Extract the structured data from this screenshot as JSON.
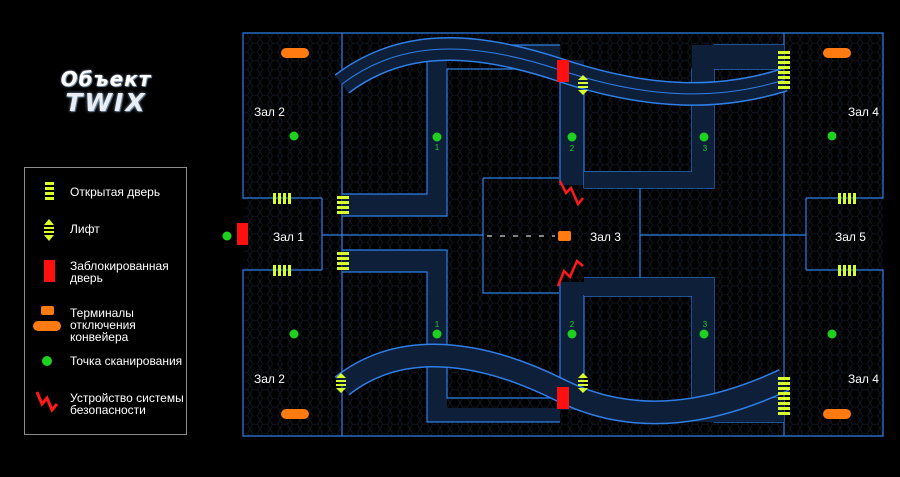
{
  "logo": {
    "line1": "Объект",
    "line2": "TWIX"
  },
  "legend": [
    {
      "icon": "open-door-icon",
      "label": "Открытая дверь"
    },
    {
      "icon": "elevator-icon",
      "label": "Лифт"
    },
    {
      "icon": "locked-door-icon",
      "label": "Заблокированная дверь"
    },
    {
      "icon": "conveyor-terminal-icon",
      "label": "Терминалы отключения конвейера"
    },
    {
      "icon": "scan-point-icon",
      "label": "Точка сканирования"
    },
    {
      "icon": "security-device-icon",
      "label": "Устройство системы безопасности"
    }
  ],
  "halls": {
    "hall2_top": "Зал 2",
    "hall2_bottom": "Зал 2",
    "hall1": "Зал 1",
    "hall3": "Зал 3",
    "hall4_top": "Зал 4",
    "hall4_bottom": "Зал 4",
    "hall5": "Зал 5"
  },
  "lanes": {
    "n1": "1",
    "n2": "2",
    "n3": "3"
  },
  "colors": {
    "wall": "#2f7fe8",
    "corridor": "#0e1f3a",
    "open_door": "#d8ff2a",
    "locked_door": "#ff1010",
    "terminal": "#ff7a10",
    "scan": "#1fd11f",
    "security": "#ff1a1a"
  }
}
